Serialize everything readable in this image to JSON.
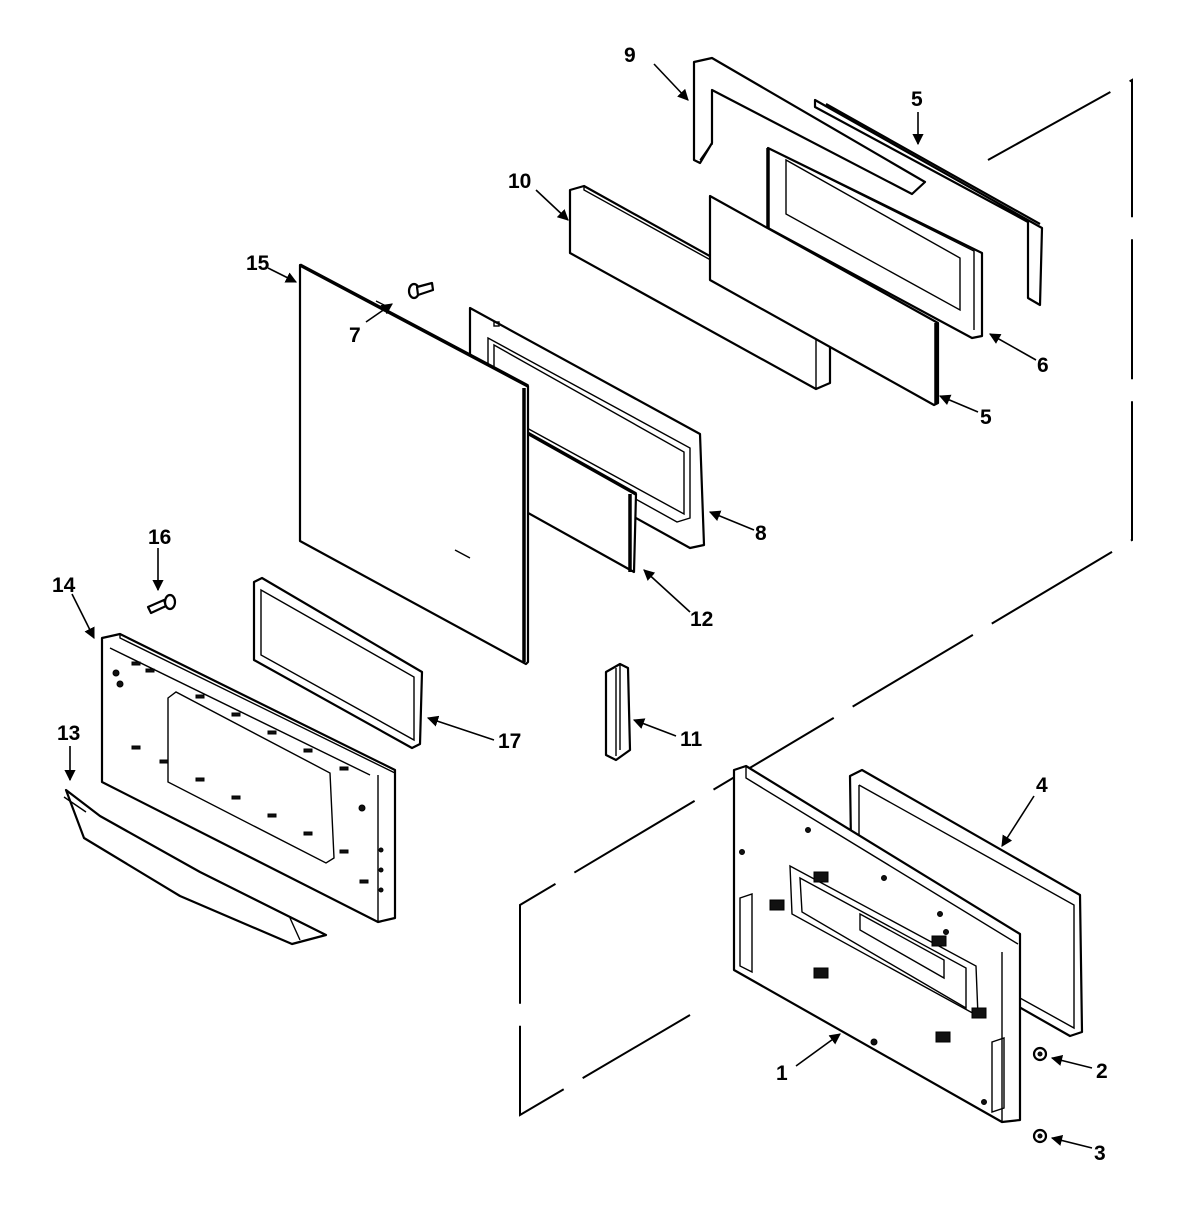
{
  "callouts": [
    {
      "id": "c9",
      "text": "9"
    },
    {
      "id": "c5a",
      "text": "5"
    },
    {
      "id": "c10",
      "text": "10"
    },
    {
      "id": "c7",
      "text": "7"
    },
    {
      "id": "c6",
      "text": "6"
    },
    {
      "id": "c5b",
      "text": "5"
    },
    {
      "id": "c8",
      "text": "8"
    },
    {
      "id": "c15",
      "text": "15"
    },
    {
      "id": "c12",
      "text": "12"
    },
    {
      "id": "c16",
      "text": "16"
    },
    {
      "id": "c14",
      "text": "14"
    },
    {
      "id": "c17",
      "text": "17"
    },
    {
      "id": "c11",
      "text": "11"
    },
    {
      "id": "c13",
      "text": "13"
    },
    {
      "id": "c4",
      "text": "4"
    },
    {
      "id": "c2",
      "text": "2"
    },
    {
      "id": "c1",
      "text": "1"
    },
    {
      "id": "c3",
      "text": "3"
    }
  ]
}
